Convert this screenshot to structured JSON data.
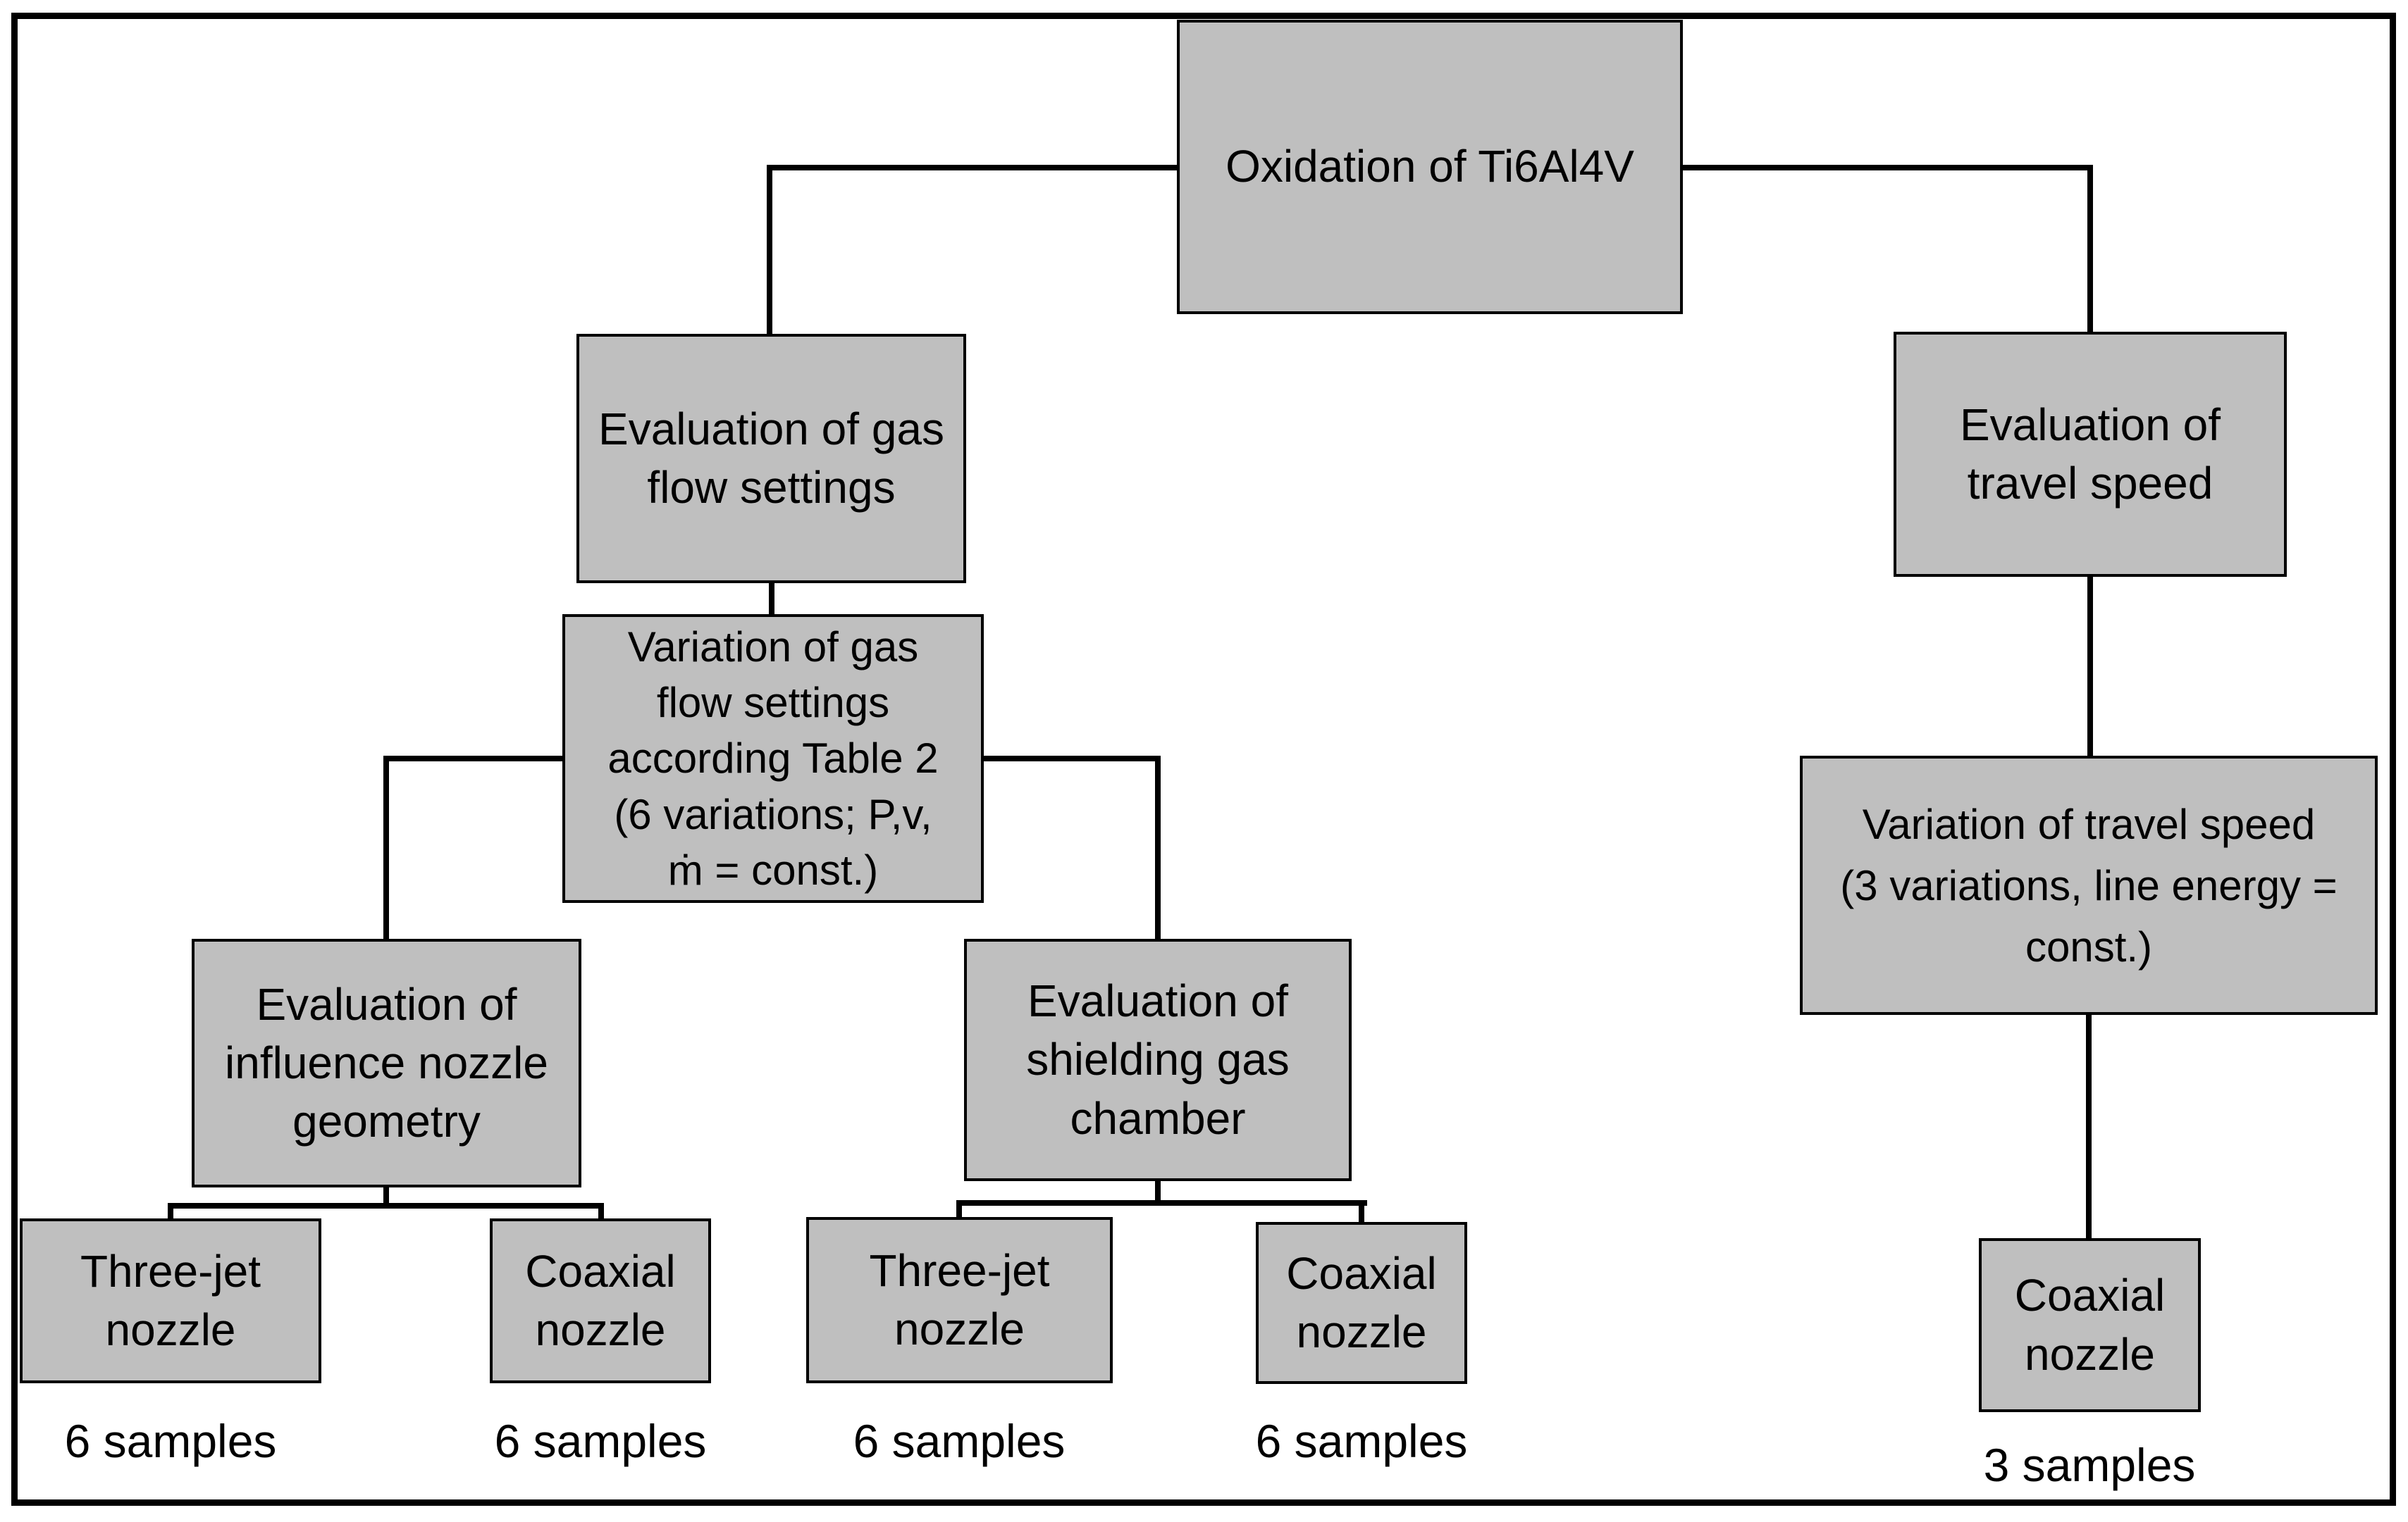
{
  "diagram": {
    "type": "flowchart",
    "colors": {
      "background": "#ffffff",
      "frame_border": "#000000",
      "node_fill": "#bfbfbf",
      "node_border": "#000000",
      "connector": "#000000",
      "text": "#000000"
    },
    "nodes": [
      {
        "id": "oxidation",
        "label": "Oxidation of Ti6Al4V"
      },
      {
        "id": "eval-gas-flow",
        "label": "Evaluation of gas\nflow settings"
      },
      {
        "id": "eval-travel-speed",
        "label": "Evaluation of\ntravel speed"
      },
      {
        "id": "variation-gas-flow",
        "label": "Variation of gas\nflow settings\naccording Table 2\n(6 variations; P,v,\nṁ = const.)"
      },
      {
        "id": "variation-travel-speed",
        "label": "Variation of travel speed\n(3 variations, line energy =\nconst.)"
      },
      {
        "id": "eval-nozzle-geometry",
        "label": "Evaluation of\ninfluence nozzle\ngeometry"
      },
      {
        "id": "eval-shielding-chamber",
        "label": "Evaluation of\nshielding gas\nchamber"
      },
      {
        "id": "three-jet-nozzle-1",
        "label": "Three-jet\nnozzle"
      },
      {
        "id": "coaxial-nozzle-1",
        "label": "Coaxial\nnozzle"
      },
      {
        "id": "three-jet-nozzle-2",
        "label": "Three-jet\nnozzle"
      },
      {
        "id": "coaxial-nozzle-2",
        "label": "Coaxial\nnozzle"
      },
      {
        "id": "coaxial-nozzle-3",
        "label": "Coaxial\nnozzle"
      }
    ],
    "edges": [
      {
        "from": "oxidation",
        "to": "eval-gas-flow"
      },
      {
        "from": "oxidation",
        "to": "eval-travel-speed"
      },
      {
        "from": "eval-gas-flow",
        "to": "variation-gas-flow"
      },
      {
        "from": "variation-gas-flow",
        "to": "eval-nozzle-geometry"
      },
      {
        "from": "variation-gas-flow",
        "to": "eval-shielding-chamber"
      },
      {
        "from": "eval-nozzle-geometry",
        "to": "three-jet-nozzle-1"
      },
      {
        "from": "eval-nozzle-geometry",
        "to": "coaxial-nozzle-1"
      },
      {
        "from": "eval-shielding-chamber",
        "to": "three-jet-nozzle-2"
      },
      {
        "from": "eval-shielding-chamber",
        "to": "coaxial-nozzle-2"
      },
      {
        "from": "eval-travel-speed",
        "to": "variation-travel-speed"
      },
      {
        "from": "variation-travel-speed",
        "to": "coaxial-nozzle-3"
      }
    ],
    "sample_counts": [
      {
        "node": "three-jet-nozzle-1",
        "label": "6 samples"
      },
      {
        "node": "coaxial-nozzle-1",
        "label": "6 samples"
      },
      {
        "node": "three-jet-nozzle-2",
        "label": "6 samples"
      },
      {
        "node": "coaxial-nozzle-2",
        "label": "6 samples"
      },
      {
        "node": "coaxial-nozzle-3",
        "label": "3 samples"
      }
    ]
  }
}
